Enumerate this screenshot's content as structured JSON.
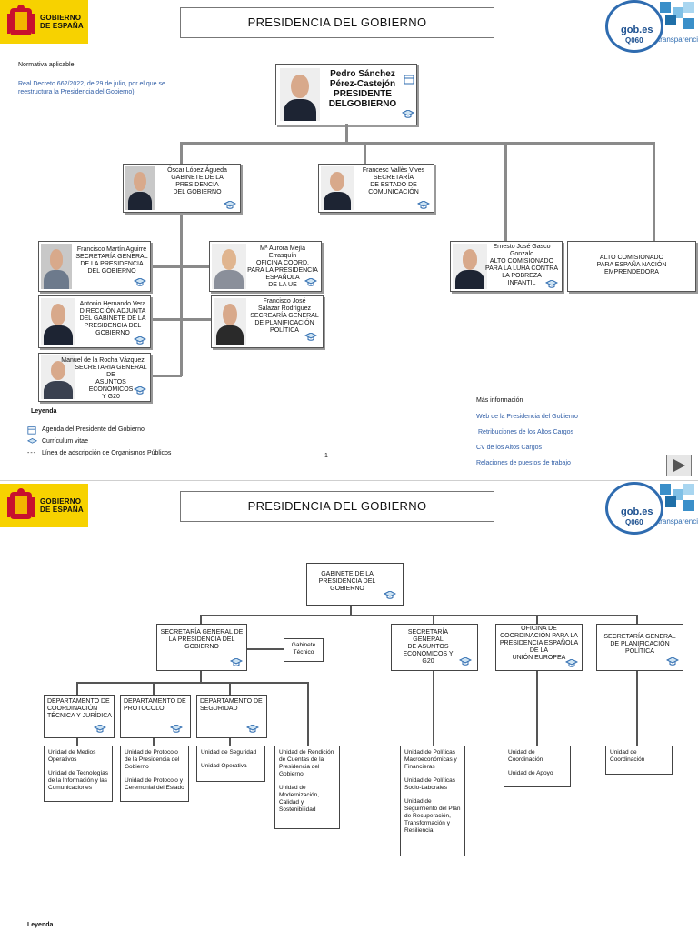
{
  "page1": {
    "logo_text": [
      "GOBIERNO",
      "DE ESPAÑA"
    ],
    "title": "PRESIDENCIA DEL GOBIERNO",
    "gob_es": [
      "gob.es",
      "Q060"
    ],
    "transparencia": "transparencia",
    "normativa_label": "Normativa aplicable",
    "normativa_link": "Real Decreto 662/2022, de 29 de julio, por el que se reestructura la Presidencia del Gobierno)",
    "president": {
      "name1": "Pedro Sánchez",
      "name2": "Pérez-Castejón",
      "role1": "PRESIDENTE",
      "role2": "DELGOBIERNO"
    },
    "nodes": {
      "gabinete": [
        "Óscar López Águeda",
        "GABINETE  DE LA",
        "PRESIDENCIA",
        "DEL GOBIERNO"
      ],
      "comunicacion": [
        "Francesc Vallès Vives",
        "SECRETARÍA",
        "DE ESTADO DE",
        "COMUNICACIÓN"
      ],
      "pobreza": [
        "Ernesto José Gasco Gonzalo",
        "ALTO COMISIONADO",
        "PARA LA LUHA CONTRA",
        "LA POBREZA",
        "INFANTIL"
      ],
      "emprendedora": [
        "ALTO COMISIONADO",
        "PARA ESPAÑA NACIÓN",
        "EMPRENDEDORA"
      ],
      "sg_presidencia": [
        "Francisco Martín Aguirre",
        "SECRETARÍA GENERAL",
        "DE LA PRESIDENCIA",
        "DEL GOBIERNO"
      ],
      "oficina_ue": [
        "Mª Aurora Mejía Errasquín",
        "OFICINA COORD.",
        "PARA LA PRESIDENCIA",
        "ESPAÑOLA",
        "DE LA UE"
      ],
      "direccion_adjunta": [
        "Antonio Hernando Vera",
        "DIRECCIÓN ADJUNTA",
        "DEL GABINETE DE LA",
        "PRESIDENCIA  DEL",
        "GOBIERNO"
      ],
      "planificacion": [
        "Francisco José",
        "Salazar Rodríguez",
        "SECREARÍA GENERAL",
        "DE PLANIFICACIÓN",
        "POLÍTICA"
      ],
      "asuntos_economicos": [
        "Manuel de la Rocha Vázquez",
        "SECRETARIA GENERAL DE",
        "ASUNTOS ECONÓMICOS",
        "Y G20"
      ]
    },
    "leyenda_title": "Leyenda",
    "leyenda": [
      "Agenda del Presidente del Gobierno",
      "Currículum vitae",
      "Línea de adscripción de Organismos Públicos"
    ],
    "mas_info_title": "Más información",
    "mas_info_links": [
      "Web de la Presidencia del  Gobierno",
      "Retribuciones de los Altos Cargos",
      "CV de los Altos Cargos",
      "Relaciones de puestos de trabajo"
    ],
    "page_number": "1"
  },
  "page2": {
    "logo_text": [
      "GOBIERNO",
      "DE ESPAÑA"
    ],
    "title": "PRESIDENCIA DEL GOBIERNO",
    "gob_es": [
      "gob.es",
      "Q060"
    ],
    "transparencia": "transparencia",
    "root": [
      "GABINETE DE LA",
      "PRESIDENCIA DEL",
      "GOBIERNO"
    ],
    "sg_presidencia": [
      "SECRETARÍA GENERAL DE",
      "LA PRESIDENCIA DEL",
      "GOBIERNO"
    ],
    "gabinete_tecnico": [
      "Gabinete",
      "Técnico"
    ],
    "sg_economicos": [
      "SECRETARÍA GENERAL",
      "DE ASUNTOS",
      "ECONÓMICOS Y",
      "G20"
    ],
    "oficina_ue": [
      "OFICINA DE",
      "COORDINACIÓN PARA LA",
      "PRESIDENCIA ESPAÑOLA",
      "DE LA",
      "UNIÓN EUROPEA"
    ],
    "sg_planificacion": [
      "SECRETARÍA GENERAL",
      "DE PLANIFICACIÓN",
      "POLÍTICA"
    ],
    "departamentos": [
      [
        "DEPARTAMENTO DE",
        "COORDINACIÓN",
        "TÉCNICA Y JURÍDICA"
      ],
      [
        "DEPARTAMENTO DE",
        "PROTOCOLO"
      ],
      [
        "DEPARTAMENTO DE",
        "SEGURIDAD"
      ]
    ],
    "units_coordinacion": [
      "Unidad de Medios Operativos",
      "Unidad de Tecnologías de la Información y las Comunicaciones"
    ],
    "units_protocolo": [
      "Unidad de Protocolo de la Presidencia del Gobierno",
      "Unidad de Protocolo y Ceremonial del Estado"
    ],
    "units_seguridad": [
      "Unidad de Seguridad",
      "Unidad Operativa"
    ],
    "units_rendicion": [
      "Unidad de Rendición de Cuentas de la Presidencia del Gobierno",
      "Unidad de Modernización, Calidad y Sostenibilidad"
    ],
    "units_economicos": [
      "Unidad de Políticas Macroeconómicas y Financieras",
      "Unidad de Políticas Socio-Laborales",
      "Unidad de Seguimiento del Plan de Recuperación, Transformación y Resiliencia"
    ],
    "units_ue": [
      "Unidad de Coordinación",
      "Unidad de Apoyo"
    ],
    "units_planificacion": [
      "Unidad de Coordinación"
    ],
    "leyenda_title": "Leyenda"
  },
  "colors": {
    "link": "#2f5da6",
    "logo_yellow": "#f7d200",
    "line": "#8a8a8a"
  }
}
